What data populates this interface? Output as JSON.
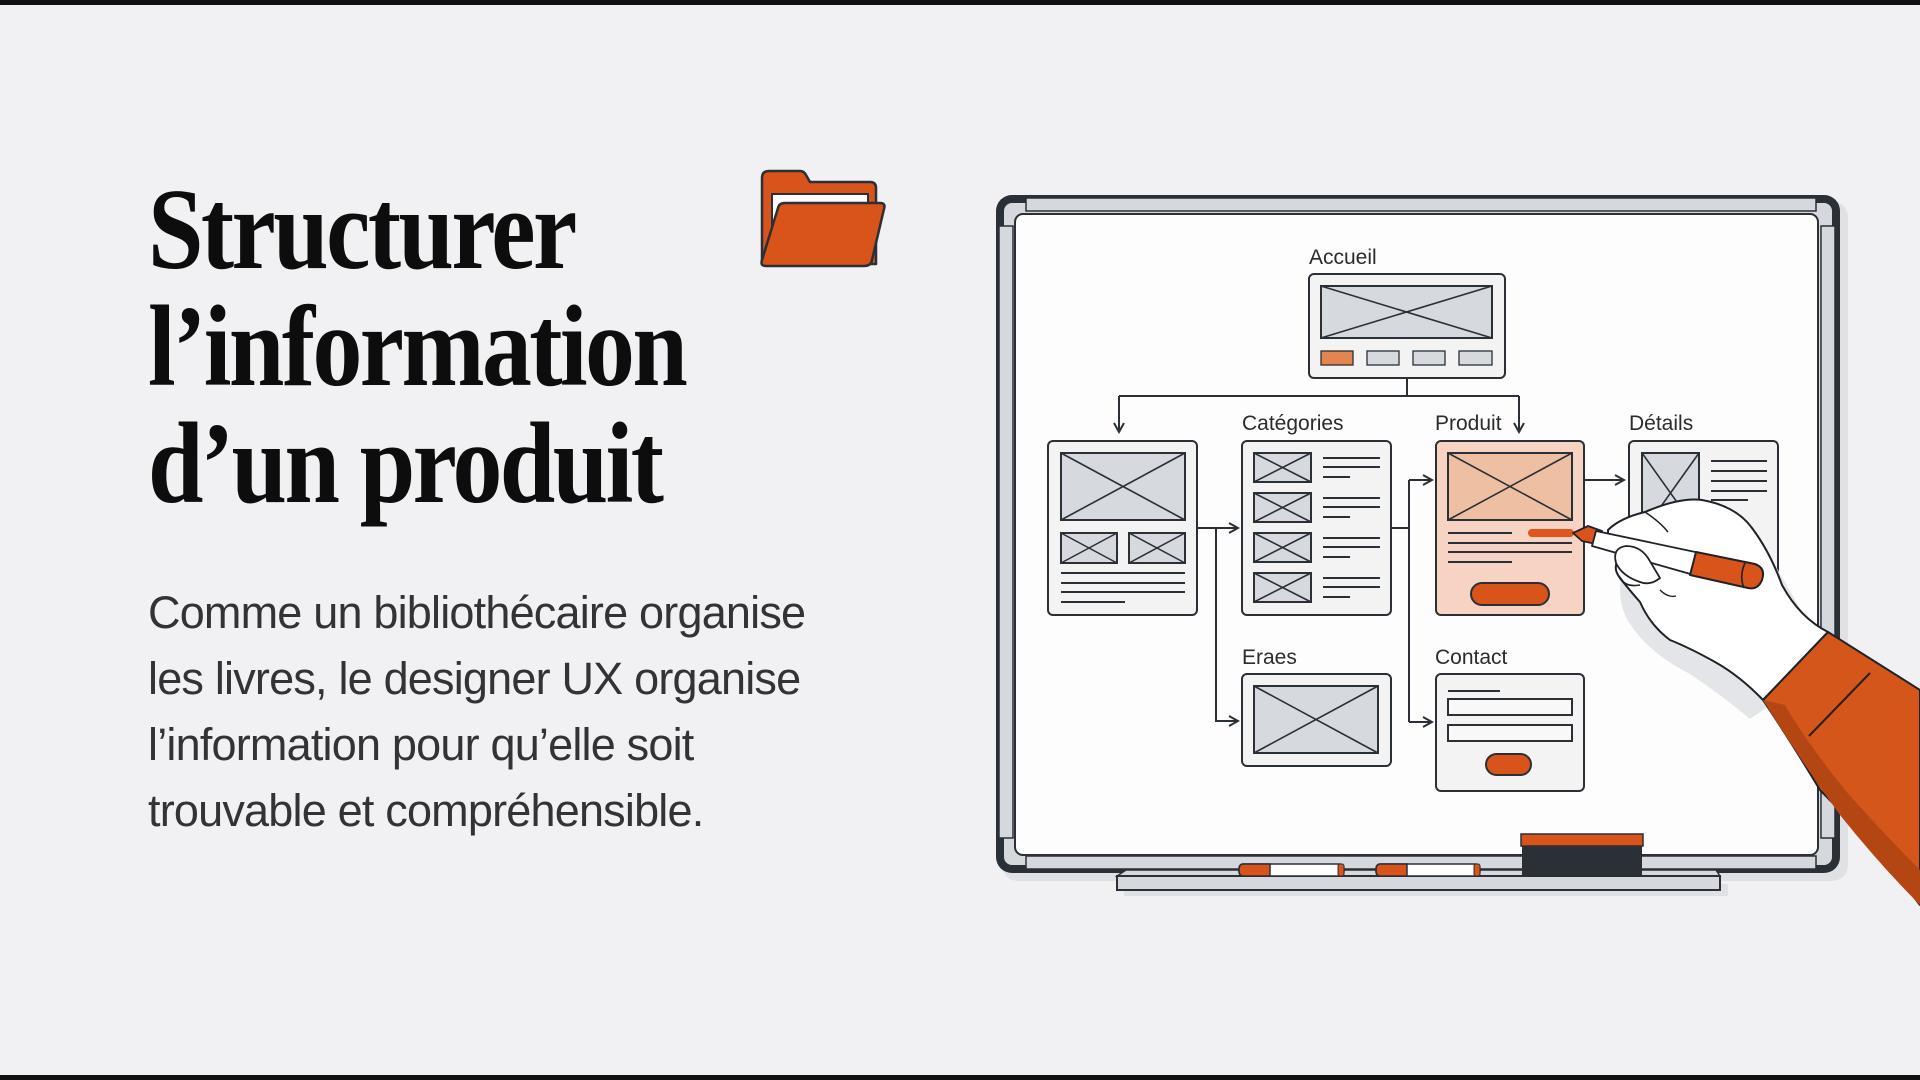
{
  "slide": {
    "title_lines": [
      "Structurer",
      "l’information",
      "d’un produit"
    ],
    "title_icon": "folder-icon",
    "body_lines": [
      "Comme un bibliothécaire organise",
      "les livres, le designer UX organise",
      "l’information pour qu’elle soit",
      "trouvable et compréhensible."
    ]
  },
  "whiteboard": {
    "nodes": {
      "home": "Accueil",
      "categories": "Catégories",
      "product": "Produit",
      "details": "Détails",
      "pages": "Eraes",
      "contact": "Contact"
    },
    "illustration": [
      "hand-drawing-icon",
      "marker-icon",
      "eraser-icon"
    ]
  },
  "colors": {
    "accent": "#d9541a",
    "accent_light": "#f6d3c2",
    "background": "#f1f1f3",
    "ink": "#2b2f36",
    "frame": "#2b2f36",
    "frame_rail": "#d5d8dd",
    "wire_fill": "#d6d9de",
    "card_fill": "#f3f3f4"
  }
}
